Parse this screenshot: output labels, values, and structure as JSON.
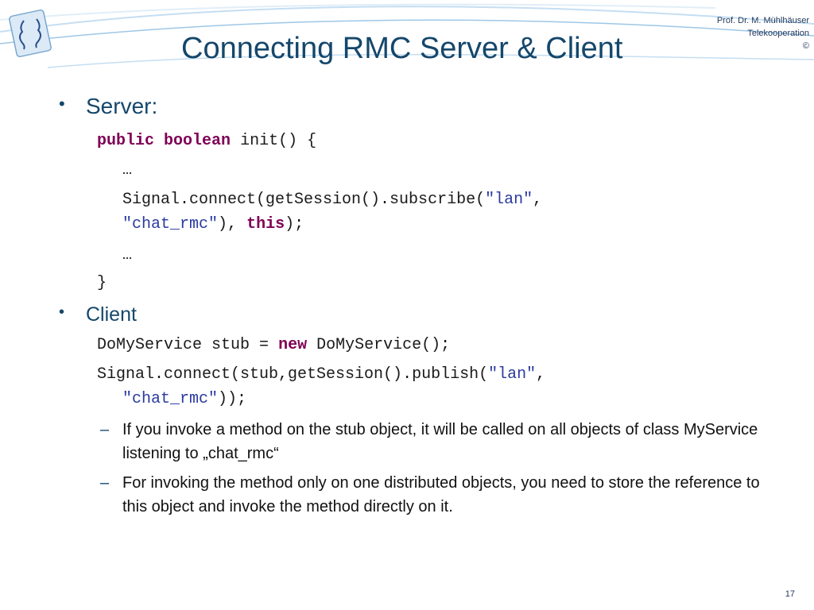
{
  "header": {
    "title": "Connecting RMC Server & Client",
    "author": "Prof. Dr. M. Mühlhäuser",
    "department": "Telekooperation",
    "copyright": "©"
  },
  "colors": {
    "title": "#15476b",
    "keyword": "#7f0055",
    "string": "#2a3aa0",
    "decor_line": "#9ec7e6"
  },
  "server": {
    "bullet_label": "Server:",
    "code": {
      "kw_public": "public",
      "kw_boolean": "boolean",
      "init_sig": "init() {",
      "ellipsis1": "…",
      "connect_start": "Signal.connect(getSession().subscribe(",
      "str_lan": "\"lan\"",
      "comma": ",",
      "str_chat": "\"chat_rmc\"",
      "mid": "),",
      "kw_this": "this",
      "end": ");",
      "ellipsis2": "…",
      "close_brace": "}"
    }
  },
  "client": {
    "bullet_label": "Client",
    "code": {
      "stub_start": "DoMyService stub =",
      "kw_new": "new",
      "stub_end": "DoMyService();",
      "connect_start": "Signal.connect(stub,getSession().publish(",
      "str_lan": "\"lan\"",
      "comma": ",",
      "str_chat": "\"chat_rmc\"",
      "end": "));"
    },
    "notes": [
      {
        "dash": "–",
        "text": "If you invoke a method on the stub object, it will be called on all objects of class MyService listening to „chat_rmc“"
      },
      {
        "dash": "–",
        "text": "For invoking the method only on one distributed objects, you need to store the reference to this object and invoke the method directly on it."
      }
    ]
  },
  "footer": {
    "page_number": "17"
  }
}
